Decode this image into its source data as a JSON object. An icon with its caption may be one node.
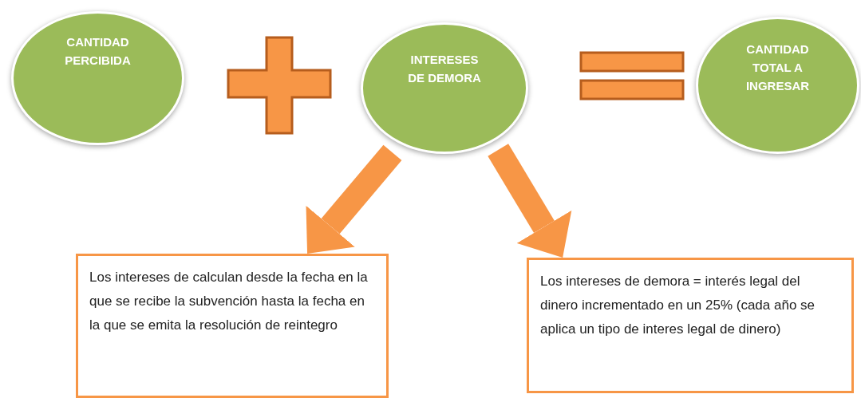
{
  "diagram": {
    "nodes": [
      {
        "text": [
          "CANTIDAD PERCIBIDA"
        ]
      },
      {
        "text": [
          "INTERESES DE DEMORA"
        ]
      },
      {
        "text": [
          "CANTIDAD TOTAL A INGRESAR"
        ]
      },
      {
        "text": [
          "Los intereses de calculan desde la fecha en la que se recibe la subvención hasta la fecha en la que se emita la resolución de reintegro"
        ]
      },
      {
        "text": [
          "Los intereses de demora = interés legal del dinero incrementado en un 25% (cada año se aplica un tipo de interes legal de dinero)"
        ]
      }
    ],
    "edges": [
      {
        "from": 1,
        "to": 3,
        "arrow": "to"
      },
      {
        "from": 1,
        "to": 4,
        "arrow": "to"
      }
    ]
  }
}
